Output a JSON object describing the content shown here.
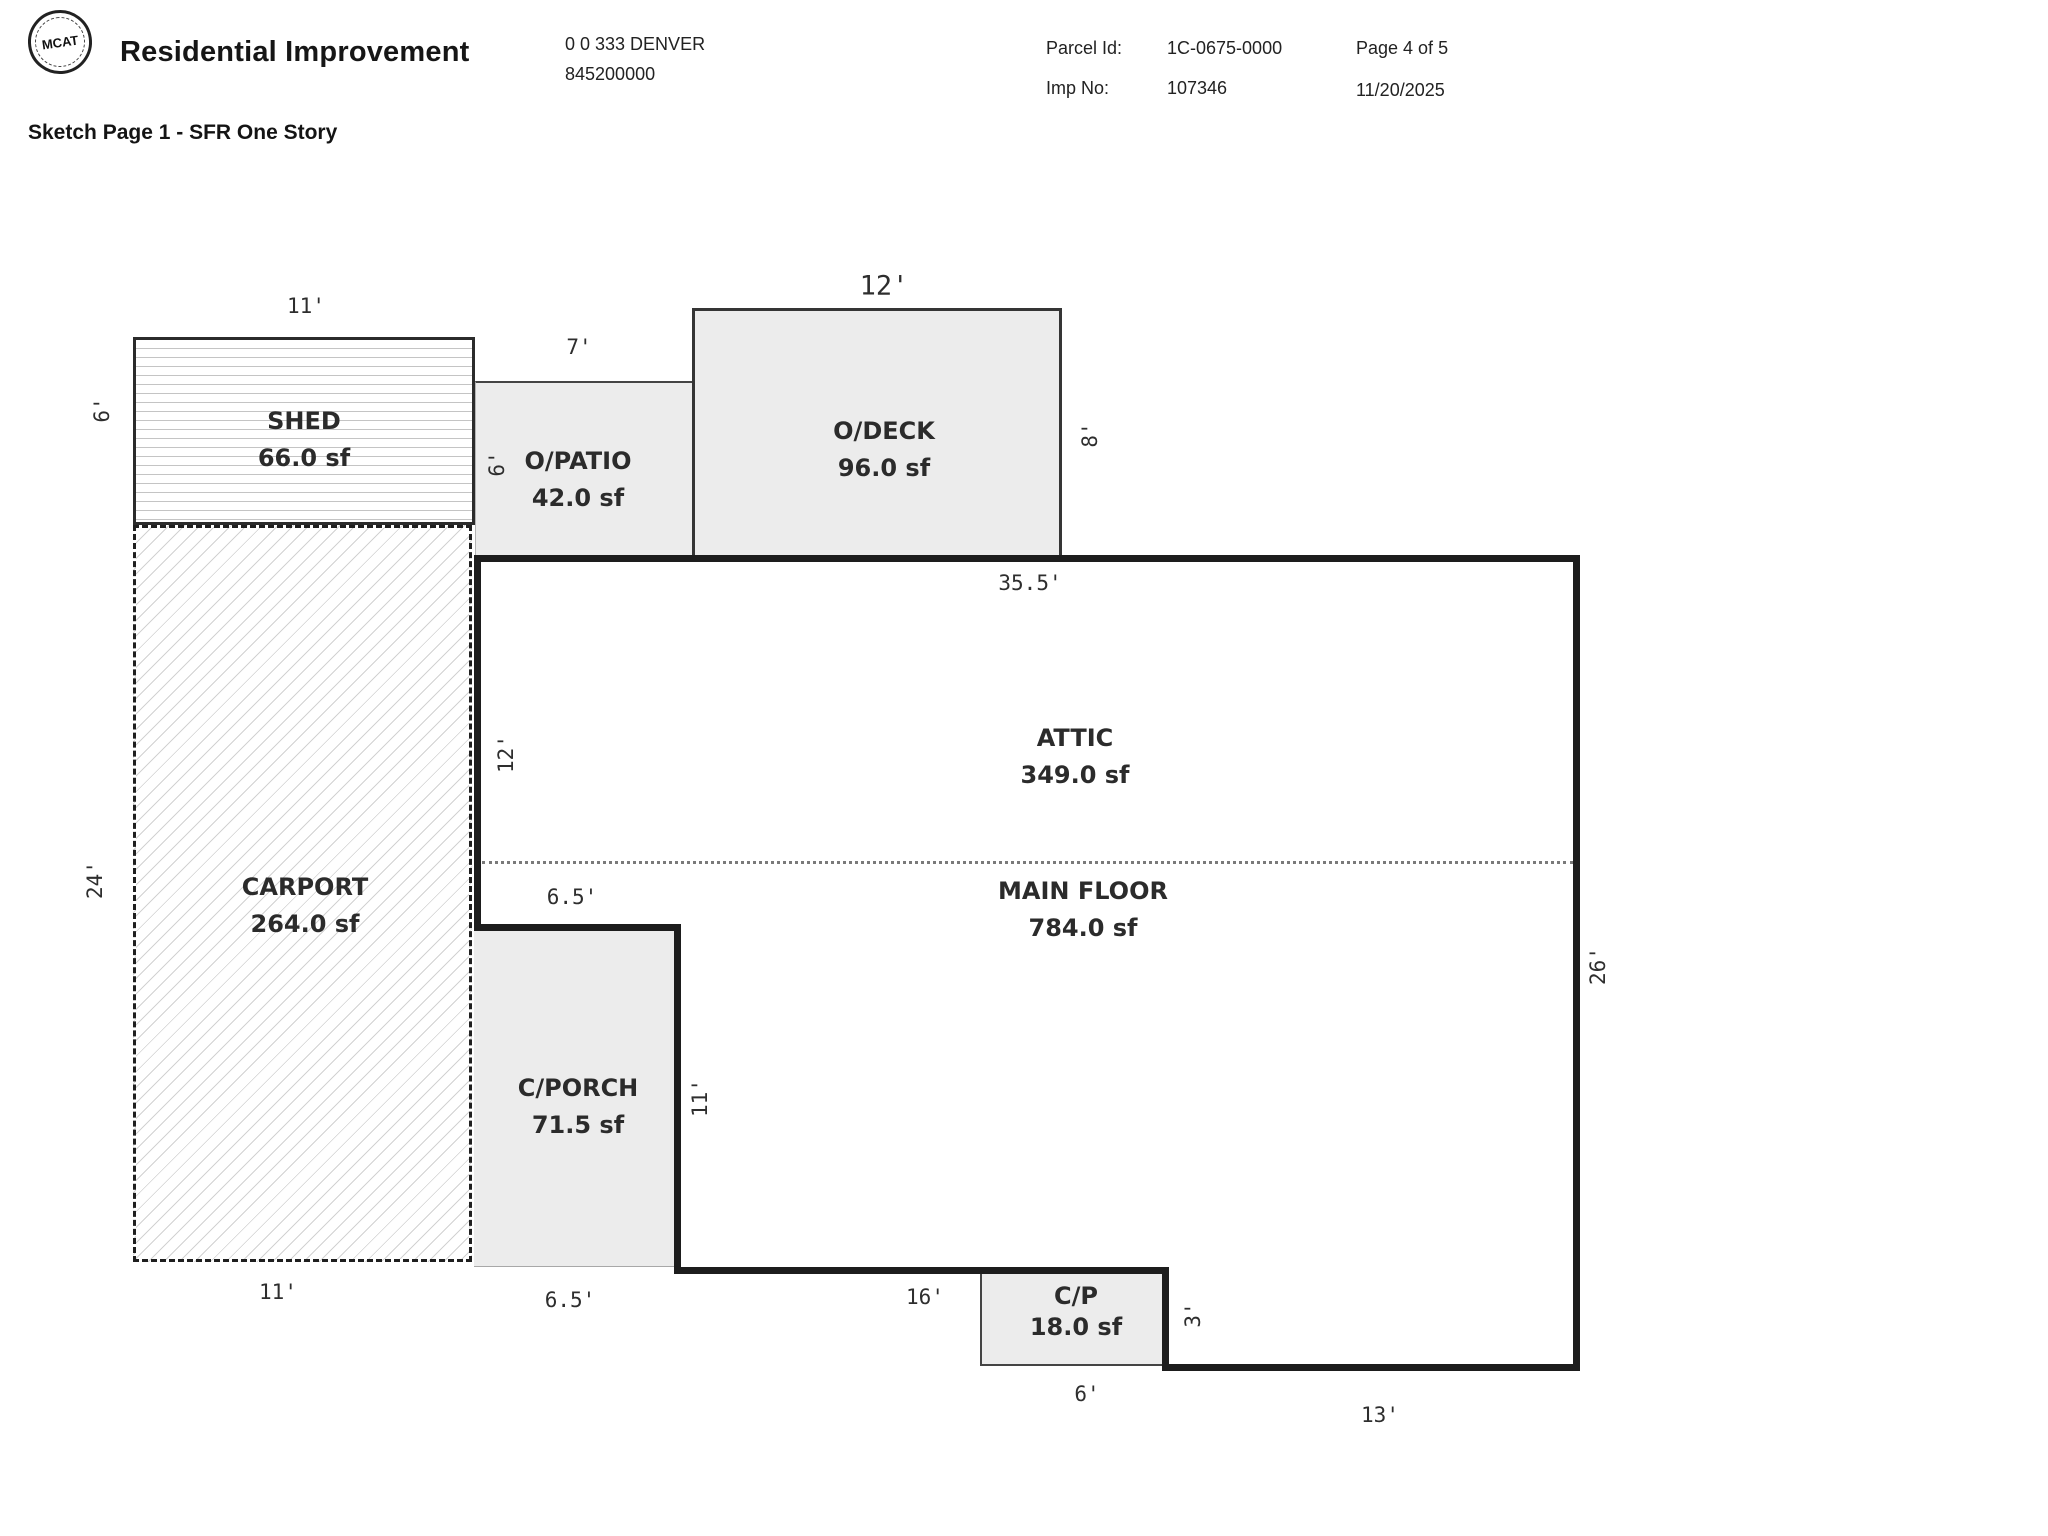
{
  "header": {
    "logo_text": "MCAT",
    "title": "Residential Improvement",
    "address_line1": "0 0 333 DENVER",
    "address_line2": "845200000",
    "parcel_id_label": "Parcel Id:",
    "parcel_id_value": "1C-0675-0000",
    "imp_no_label": "Imp No:",
    "imp_no_value": "107346",
    "page_label": "Page 4 of 5",
    "date": "11/20/2025"
  },
  "sketch": {
    "title": "Sketch Page 1 - SFR One Story",
    "regions": {
      "shed": {
        "name": "SHED",
        "area": "66.0 sf"
      },
      "o_patio": {
        "name": "O/PATIO",
        "area": "42.0 sf"
      },
      "o_deck": {
        "name": "O/DECK",
        "area": "96.0 sf"
      },
      "carport": {
        "name": "CARPORT",
        "area": "264.0 sf"
      },
      "attic": {
        "name": "ATTIC",
        "area": "349.0 sf"
      },
      "main_floor": {
        "name": "MAIN FLOOR",
        "area": "784.0 sf"
      },
      "c_porch": {
        "name": "C/PORCH",
        "area": "71.5 sf"
      },
      "c_p": {
        "name": "C/P",
        "area": "18.0 sf"
      }
    },
    "dimensions": {
      "shed_top": "11'",
      "shed_left": "6'",
      "patio_top": "7'",
      "patio_left": "6'",
      "deck_top": "12'",
      "deck_right": "8'",
      "main_top": "35.5'",
      "main_left": "12'",
      "main_right": "26'",
      "carport_left": "24'",
      "carport_bottom": "11'",
      "cporch_top": "6.5'",
      "cporch_right": "11'",
      "cporch_bottom": "6.5'",
      "bottom_mid": "16'",
      "cp_right": "3'",
      "cp_bottom": "6'",
      "bottom_right": "13'"
    }
  },
  "colors": {
    "wall": "#1d1d1d",
    "region_fill": "#ececec",
    "text": "#1c1c1c"
  }
}
